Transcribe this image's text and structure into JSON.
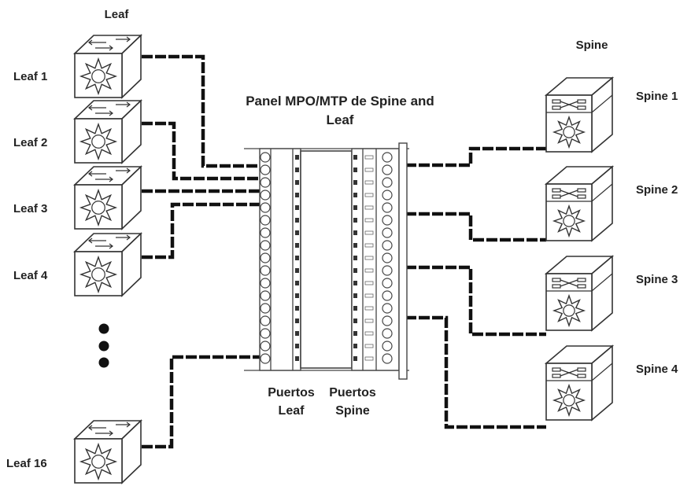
{
  "title_line1": "Panel MPO/MTP de Spine and",
  "title_line2": "Leaf",
  "leaf_header": "Leaf",
  "spine_header": "Spine",
  "leaf_switches": [
    {
      "label": "Leaf 1"
    },
    {
      "label": "Leaf 2"
    },
    {
      "label": "Leaf 3"
    },
    {
      "label": "Leaf 4"
    },
    {
      "label": "Leaf 16"
    }
  ],
  "spine_switches": [
    {
      "label": "Spine 1"
    },
    {
      "label": "Spine 2"
    },
    {
      "label": "Spine 3"
    },
    {
      "label": "Spine 4"
    }
  ],
  "ports_leaf": {
    "line1": "Puertos",
    "line2": "Leaf"
  },
  "ports_spine": {
    "line1": "Puertos",
    "line2": "Spine"
  },
  "colors": {
    "cable": "#111111",
    "outline": "#333333",
    "background": "#ffffff"
  },
  "icons": {
    "leaf_switch": "leaf-switch-icon",
    "spine_switch": "spine-switch-icon",
    "ellipsis": "vertical-ellipsis-icon"
  }
}
